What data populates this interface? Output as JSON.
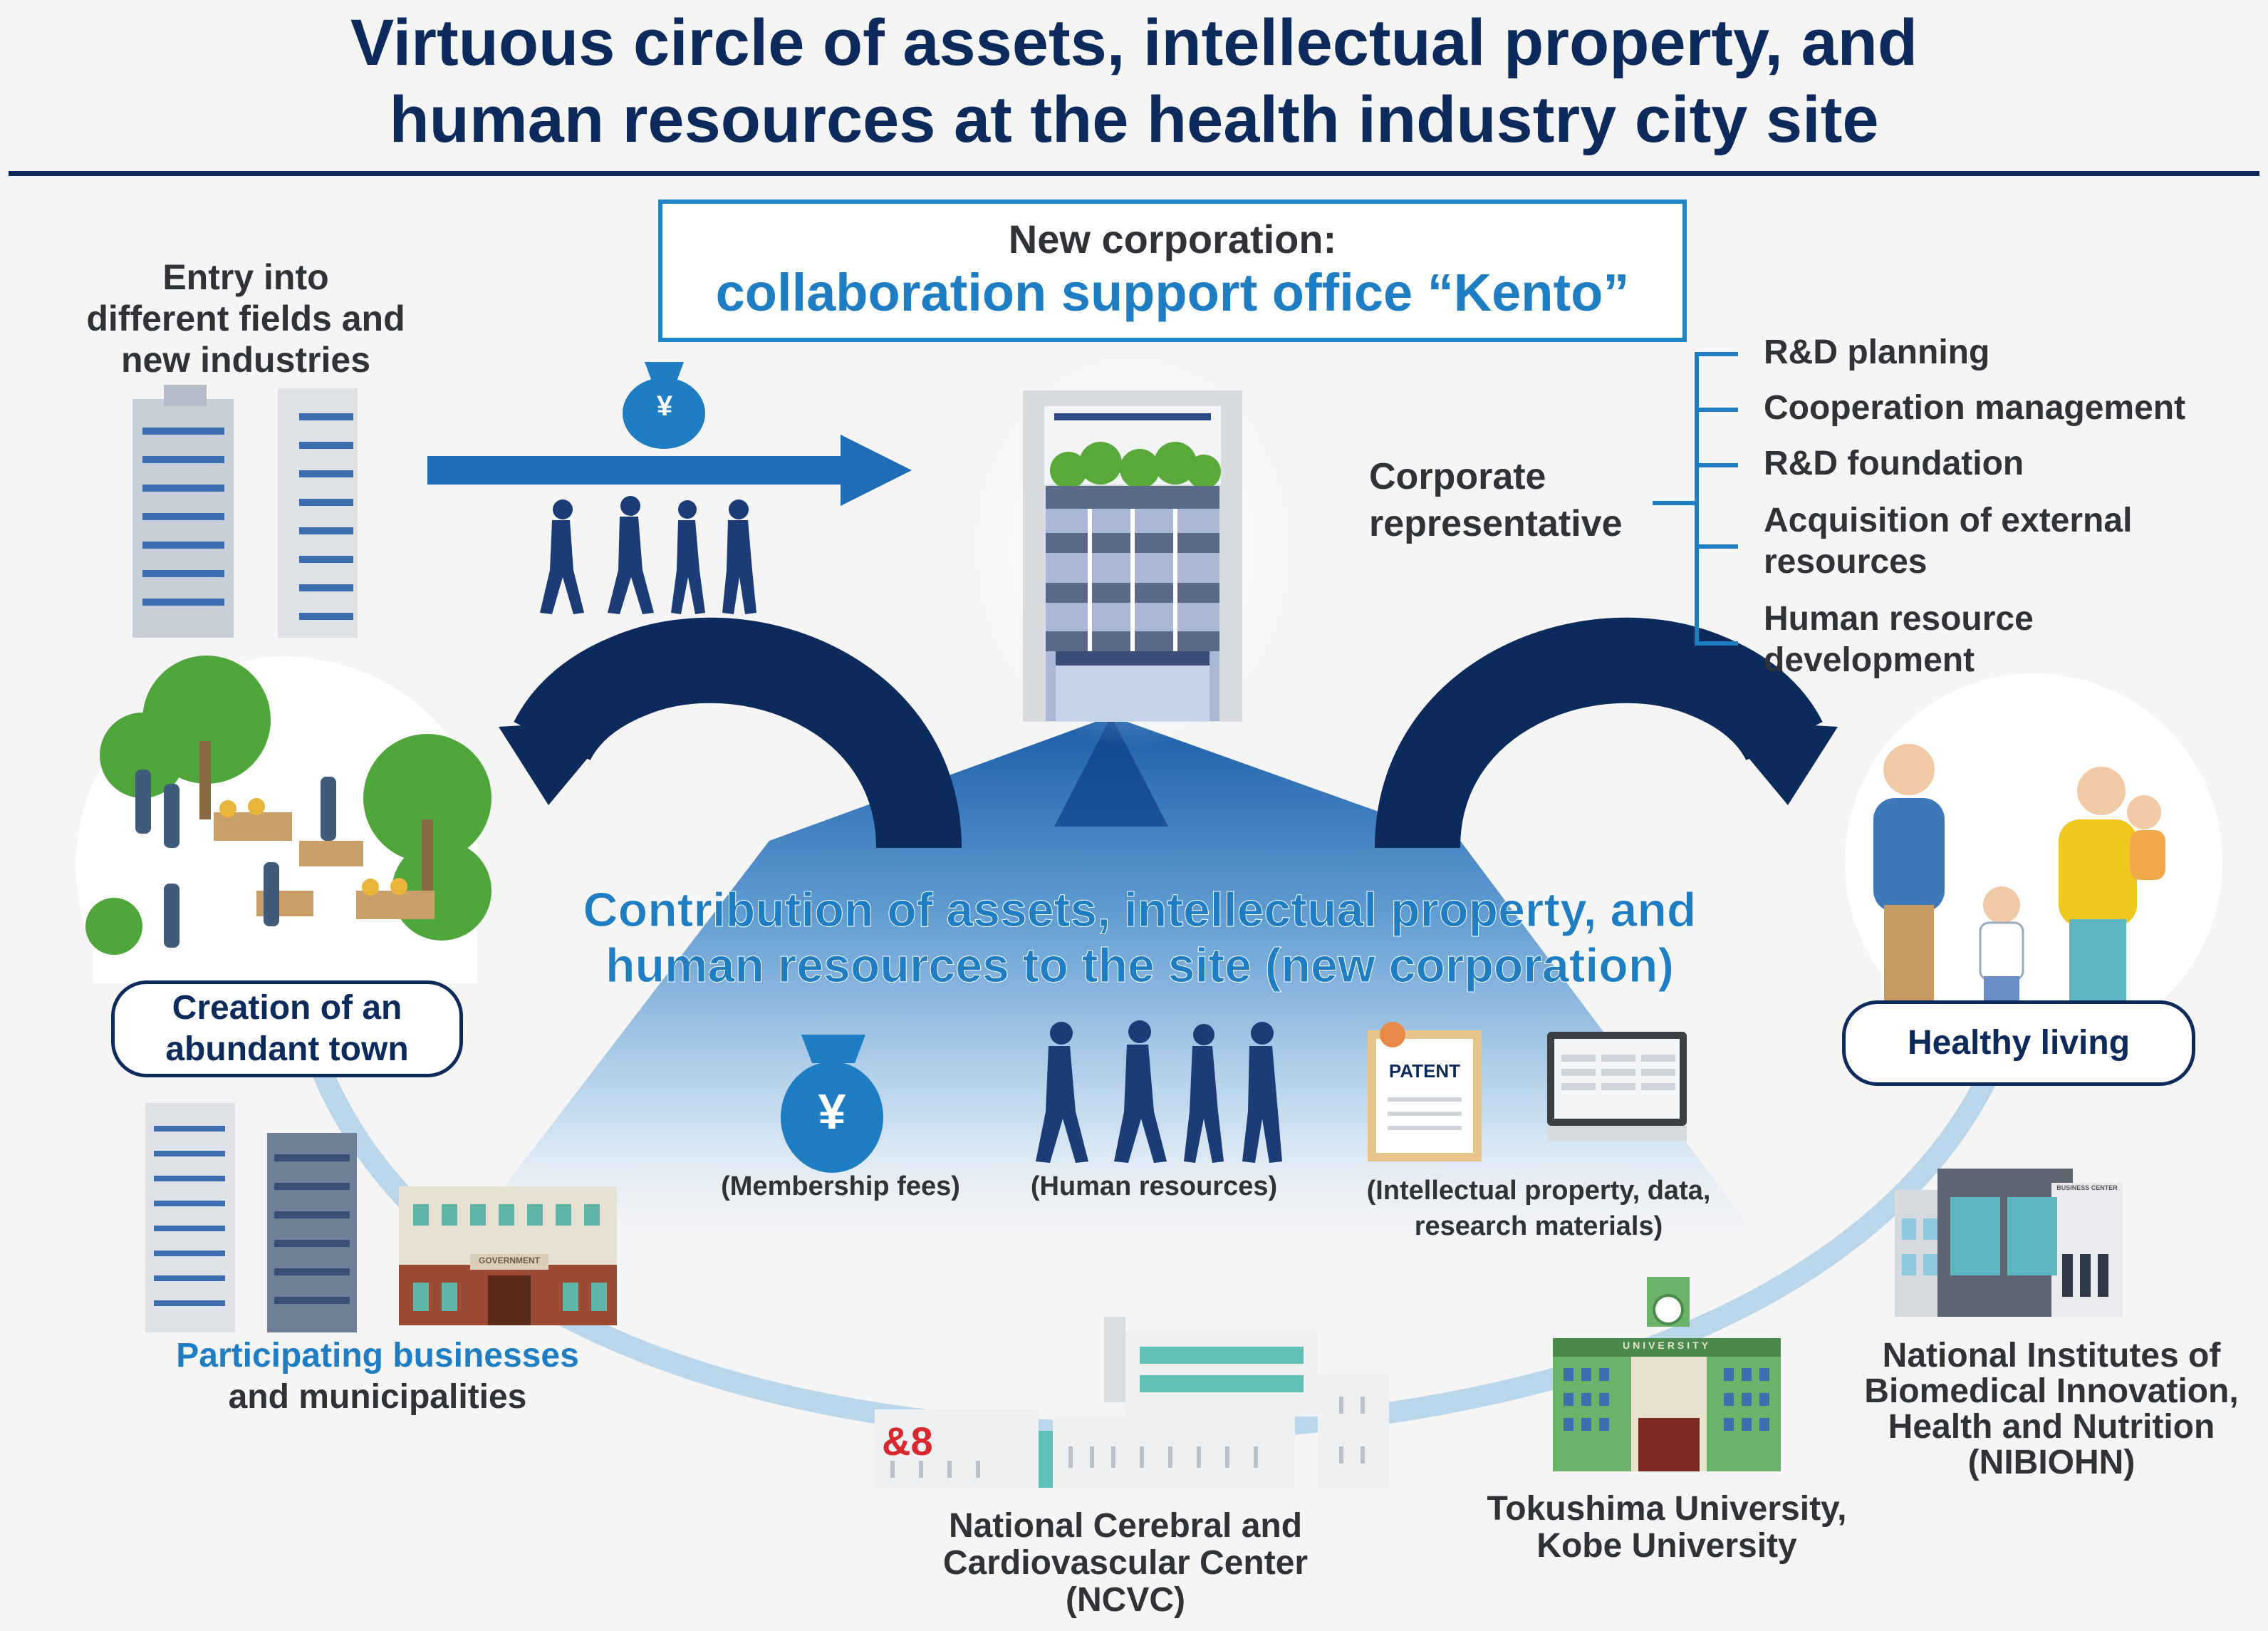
{
  "header": {
    "title_line1": "Virtuous circle of assets, intellectual property, and",
    "title_line2": "human resources at the health industry city site"
  },
  "new_corporation": {
    "line1": "New corporation:",
    "line2": "collaboration support office “Kento”"
  },
  "entry": {
    "line1": "Entry into",
    "line2": "different fields and",
    "line3": "new industries"
  },
  "yen_symbol": "¥",
  "corporate_representative": {
    "line1": "Corporate",
    "line2": "representative",
    "items": [
      {
        "line1": "R&D planning",
        "line2": ""
      },
      {
        "line1": "Cooperation management",
        "line2": ""
      },
      {
        "line1": "R&D foundation",
        "line2": ""
      },
      {
        "line1": "Acquisition of external",
        "line2": "resources"
      },
      {
        "line1": "Human resource",
        "line2": "development"
      }
    ]
  },
  "contribution": {
    "line1": "Contribution of assets, intellectual property, and",
    "line2": "human resources to the site (new corporation)"
  },
  "contribution_labels": {
    "fees": "(Membership fees)",
    "human": "(Human resources)",
    "ip_line1": "(Intellectual property, data,",
    "ip_line2": "research materials)",
    "patent": "PATENT"
  },
  "town": {
    "line1": "Creation of an",
    "line2": "abundant town"
  },
  "healthy": {
    "label": "Healthy living"
  },
  "participating": {
    "line1": "Participating businesses",
    "line2": "and municipalities",
    "sign": "GOVERNMENT"
  },
  "ncvc": {
    "line1": "National Cerebral and",
    "line2": "Cardiovascular Center",
    "line3": "(NCVC)",
    "logo": "&8"
  },
  "universities": {
    "line1": "Tokushima University,",
    "line2": "Kobe University",
    "sign": "UNIVERSITY"
  },
  "nibiohn": {
    "line1": "National Institutes of",
    "line2": "Biomedical Innovation,",
    "line3": "Health and Nutrition",
    "line4": "(NIBIOHN)",
    "sign": "BUSINESS CENTER"
  },
  "colors": {
    "navy": "#0d2a5c",
    "blue": "#1f7ec3",
    "ring": "#b9d6ea"
  }
}
